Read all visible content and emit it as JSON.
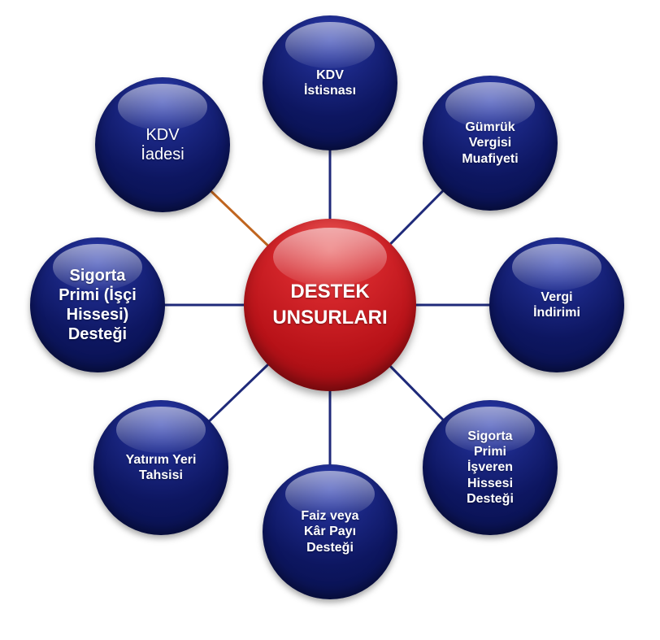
{
  "center": {
    "label": "DESTEK\nUNSURLARI",
    "color": "#c0161c"
  },
  "node_color": "#0f1a6b",
  "connector_color": "#1f2a7a",
  "highlighted_connector_color": "#c0651f",
  "nodes": [
    {
      "key": "kdv-istisnasi",
      "label": "KDV\nİstisnası"
    },
    {
      "key": "gumruk-vergisi-muafiyeti",
      "label": "Gümrük\nVergisi\nMuafiyeti"
    },
    {
      "key": "vergi-indirimi",
      "label": "Vergi\nİndirimi"
    },
    {
      "key": "sigorta-primi-isveren-hissesi-destegi",
      "label": "Sigorta\nPrimi\nİşveren\nHissesi\nDesteği"
    },
    {
      "key": "faiz-veya-kar-payi-destegi",
      "label": "Faiz veya\nKâr Payı\nDesteği"
    },
    {
      "key": "yatirim-yeri-tahsisi",
      "label": "Yatırım Yeri\nTahsisi"
    },
    {
      "key": "sigorta-primi-isci-hissesi-destegi",
      "label": "Sigorta\nPrimi (İşçi\nHissesi)\nDesteği"
    },
    {
      "key": "kdv-iadesi",
      "label": "KDV\nİadesi"
    }
  ]
}
